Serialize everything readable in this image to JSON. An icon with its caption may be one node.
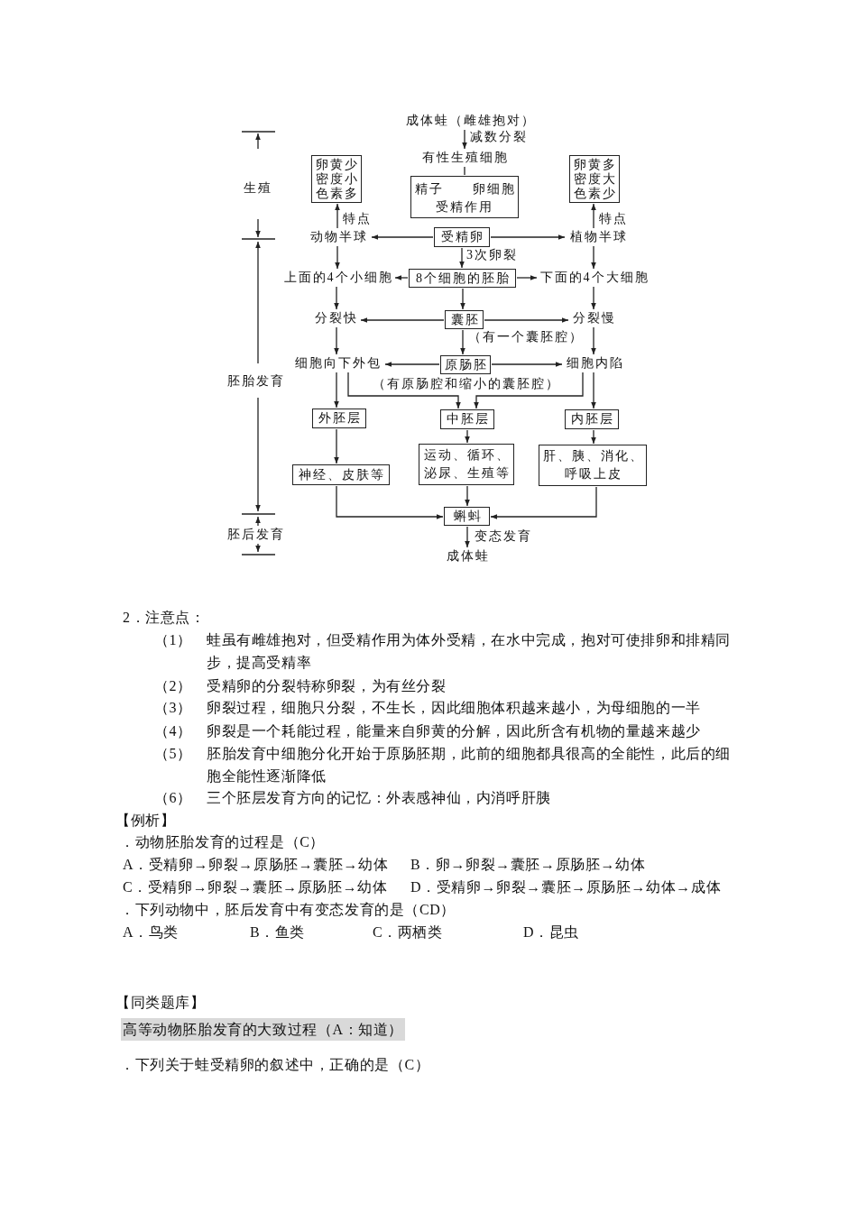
{
  "diagram": {
    "nodes": [
      {
        "text": [
          "成体蛙（雌雄抱对）"
        ]
      },
      {
        "text": [
          "有性生殖细胞"
        ]
      },
      {
        "text": [
          "精子",
          "卵细胞",
          "受精作用"
        ]
      },
      {
        "text": [
          "卵黄少",
          "密度小",
          "色素多"
        ]
      },
      {
        "text": [
          "卵黄多",
          "密度大",
          "色素少"
        ]
      },
      {
        "text": [
          "动物半球"
        ]
      },
      {
        "text": [
          "受精卵"
        ]
      },
      {
        "text": [
          "植物半球"
        ]
      },
      {
        "text": [
          "上面的4个小细胞"
        ]
      },
      {
        "text": [
          "8个细胞的胚胎"
        ]
      },
      {
        "text": [
          "下面的4个大细胞"
        ]
      },
      {
        "text": [
          "分裂快"
        ]
      },
      {
        "text": [
          "囊胚"
        ],
        "beside": [
          "（有一个囊胚腔）"
        ]
      },
      {
        "text": [
          "分裂慢"
        ]
      },
      {
        "text": [
          "细胞向下外包"
        ]
      },
      {
        "text": [
          "原肠胚"
        ],
        "beside": [
          "（有原肠腔和缩小的囊胚腔）"
        ]
      },
      {
        "text": [
          "细胞内陷"
        ]
      },
      {
        "text": [
          "外胚层"
        ]
      },
      {
        "text": [
          "中胚层"
        ]
      },
      {
        "text": [
          "内胚层"
        ]
      },
      {
        "text": [
          "神经、皮肤等"
        ]
      },
      {
        "text": [
          "运动、循环、泌尿、生殖等"
        ]
      },
      {
        "text": [
          "肝、胰、消化、呼吸上皮"
        ]
      },
      {
        "text": [
          "蝌蚪"
        ]
      },
      {
        "text": [
          "成体蛙"
        ]
      }
    ],
    "edges": [
      {
        "from": 0,
        "to": 1,
        "arrow": "to",
        "label": "减数分裂"
      },
      {
        "from": 1,
        "to": 2,
        "arrow": "none"
      },
      {
        "from": 6,
        "to": 5,
        "arrow": "to"
      },
      {
        "from": 6,
        "to": 7,
        "arrow": "to"
      },
      {
        "from": 5,
        "to": 3,
        "arrow": "to",
        "label": "特点"
      },
      {
        "from": 7,
        "to": 4,
        "arrow": "to",
        "label": "特点"
      },
      {
        "from": 6,
        "to": 9,
        "arrow": "to",
        "label": "3次卵裂"
      },
      {
        "from": 5,
        "to": 8,
        "arrow": "to"
      },
      {
        "from": 7,
        "to": 10,
        "arrow": "to"
      },
      {
        "from": 9,
        "to": 8,
        "arrow": "to"
      },
      {
        "from": 9,
        "to": 10,
        "arrow": "to"
      },
      {
        "from": 9,
        "to": 12,
        "arrow": "to"
      },
      {
        "from": 8,
        "to": 11,
        "arrow": "to"
      },
      {
        "from": 10,
        "to": 13,
        "arrow": "to"
      },
      {
        "from": 12,
        "to": 11,
        "arrow": "to"
      },
      {
        "from": 12,
        "to": 13,
        "arrow": "to"
      },
      {
        "from": 12,
        "to": 15,
        "arrow": "to"
      },
      {
        "from": 11,
        "to": 14,
        "arrow": "to"
      },
      {
        "from": 13,
        "to": 16,
        "arrow": "to"
      },
      {
        "from": 15,
        "to": 14,
        "arrow": "to"
      },
      {
        "from": 15,
        "to": 16,
        "arrow": "to"
      },
      {
        "from": 14,
        "to": 17,
        "arrow": "to"
      },
      {
        "from": 14,
        "to": 18,
        "arrow": "to"
      },
      {
        "from": 16,
        "to": 18,
        "arrow": "to"
      },
      {
        "from": 16,
        "to": 19,
        "arrow": "to"
      },
      {
        "from": 17,
        "to": 20,
        "arrow": "to"
      },
      {
        "from": 18,
        "to": 21,
        "arrow": "to"
      },
      {
        "from": 19,
        "to": 22,
        "arrow": "to"
      },
      {
        "from": 20,
        "to": 23,
        "arrow": "to"
      },
      {
        "from": 21,
        "to": 23,
        "arrow": "to"
      },
      {
        "from": 22,
        "to": 23,
        "arrow": "to"
      },
      {
        "from": 23,
        "to": 24,
        "arrow": "to",
        "label": "变态发育"
      }
    ],
    "labels": [
      "生殖",
      "胚胎发育",
      "胚后发育",
      "2．注意点：",
      "（1）",
      "蛙虽有雌雄抱对，但受精作用为体外受精，在水中完成，抱对可使排卵和排精同步，提高受精率",
      "（2）",
      "受精卵的分裂特称卵裂，为有丝分裂",
      "（3）",
      "卵裂过程，细胞只分裂，不生长，因此细胞体积越来越小，为母细胞的一半",
      "（4）",
      "卵裂是一个耗能过程，能量来自卵黄的分解，因此所含有机物的量越来越少",
      "（5）",
      "胚胎发育中细胞分化开始于原肠胚期，此前的细胞都具很高的全能性，此后的细胞全能性逐渐降低",
      "（6）",
      "三个胚层发育方向的记忆：外表感神仙，内消呼肝胰",
      "【例析】",
      "．动物胚胎发育的过程是（C）",
      "A．受精卵→卵裂→原肠胚→囊胚→幼体",
      "B．卵→卵裂→囊胚→原肠胚→幼体",
      "C．受精卵→卵裂→囊胚→原肠胚→幼体",
      "D．受精卵→卵裂→囊胚→原肠胚→幼体→成体",
      "．下列动物中，胚后发育中有变态发育的是（CD）",
      "A．鸟类",
      "B．鱼类",
      "C．两栖类",
      "D．昆虫",
      "【同类题库】",
      "高等动物胚胎发育的大致过程（A：知道）",
      "．下列关于蛙受精卵的叙述中，正确的是（C）"
    ]
  }
}
